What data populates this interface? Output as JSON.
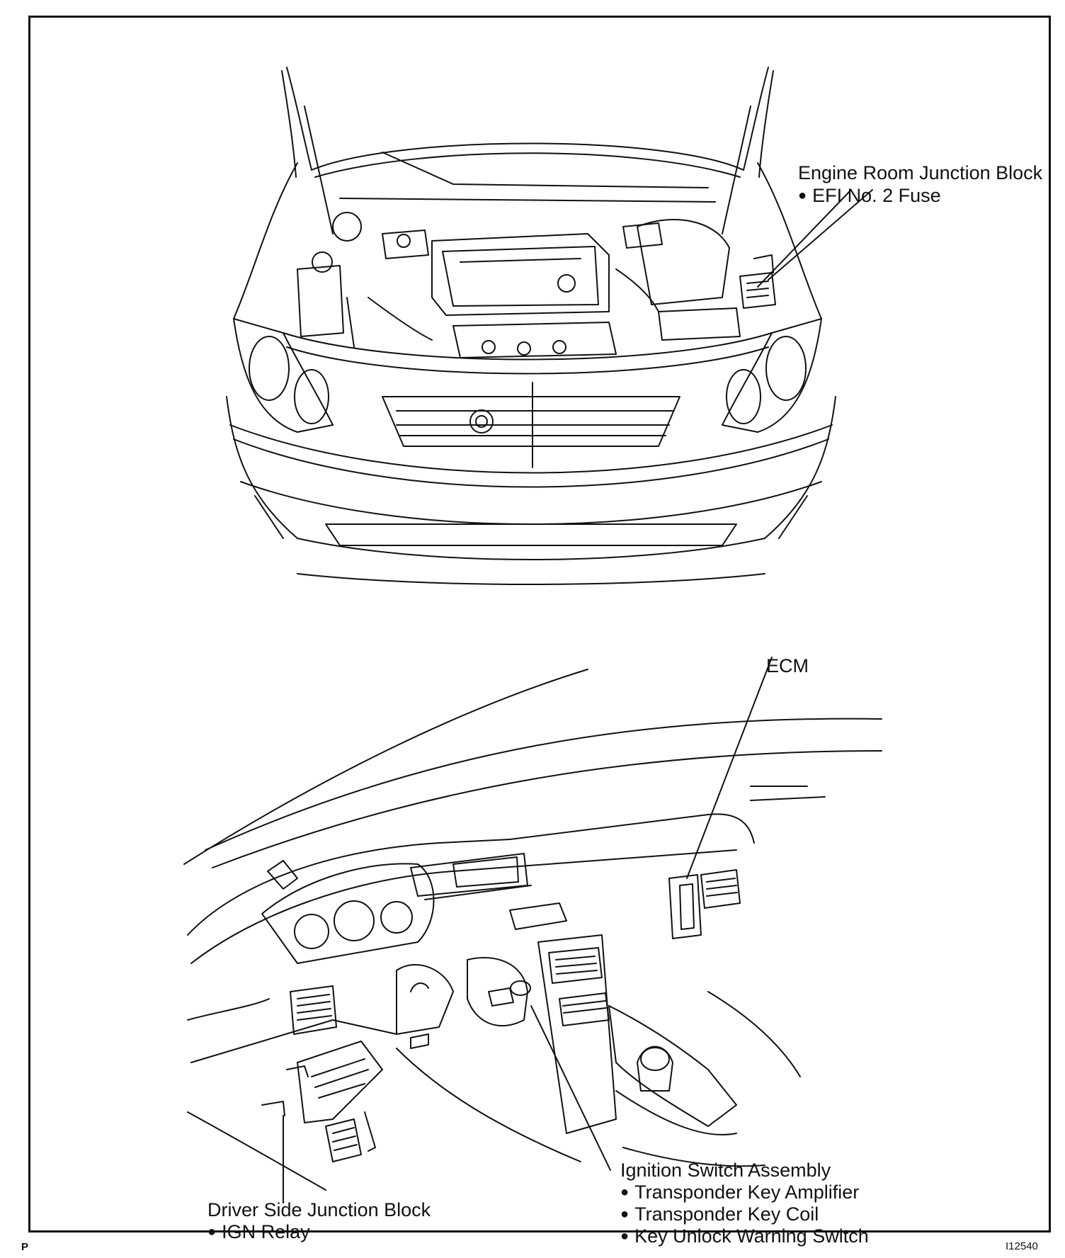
{
  "engine_room": {
    "title": "Engine Room Junction Block",
    "items": [
      "EFI No. 2 Fuse"
    ]
  },
  "ecm": {
    "title": "ECM"
  },
  "ignition": {
    "title": "Ignition Switch Assembly",
    "items": [
      "Transponder Key Amplifier",
      "Transponder Key Coil",
      "Key Unlock Warning Switch"
    ]
  },
  "driver_jb": {
    "title": "Driver Side Junction Block",
    "items": [
      "IGN Relay"
    ]
  },
  "corner": {
    "left": "P",
    "right": "I12540"
  }
}
